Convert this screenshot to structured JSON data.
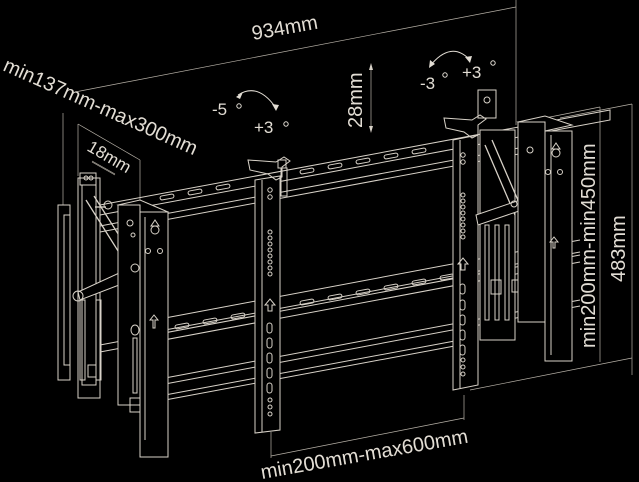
{
  "diagram": {
    "subject": "Pop-out video wall mount, technical line drawing",
    "background": "#000000",
    "line_color": "#d8d2c8",
    "text_color": "#e2ddd4",
    "dimensions": {
      "width": "934mm",
      "depth_range": "min137mm-max300mm",
      "micro_adjust": "18mm",
      "height_adjust": "28mm",
      "bracket_spacing_vertical": "min200mm-min450mm",
      "overall_height": "483mm",
      "bracket_spacing_horizontal": "min200mm-max600mm"
    },
    "tilt_left": {
      "minus": "-5",
      "plus": "+3"
    },
    "tilt_right": {
      "minus": "-3",
      "plus": "+3"
    }
  }
}
